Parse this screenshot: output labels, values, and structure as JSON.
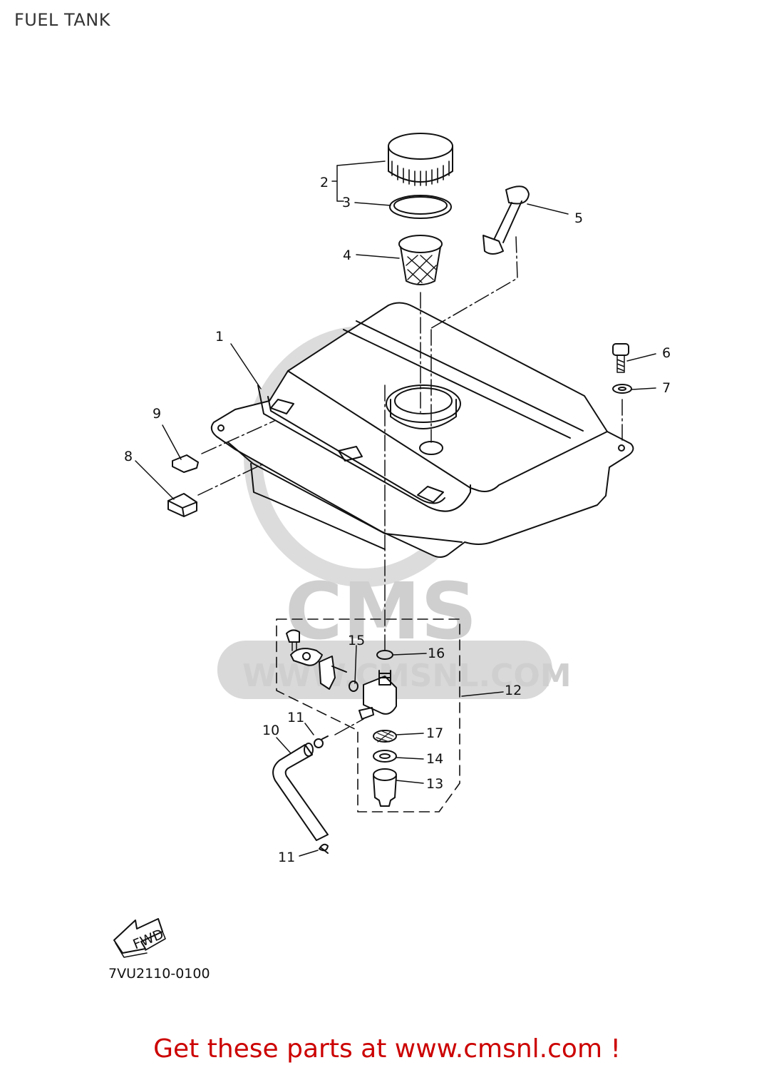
{
  "header": {
    "title": "FUEL TANK"
  },
  "footer": {
    "code": "7VU2110-0100",
    "banner": "Get these parts at www.cmsnl.com !"
  },
  "watermark": {
    "brand": "CMS",
    "url": "WWW.CMSNL.COM"
  },
  "fwd_label": "FWD",
  "callouts": {
    "c1": "1",
    "c2": "2",
    "c3": "3",
    "c4": "4",
    "c5": "5",
    "c6": "6",
    "c7": "7",
    "c8": "8",
    "c9": "9",
    "c10": "10",
    "c11a": "11",
    "c11b": "11",
    "c12": "12",
    "c13": "13",
    "c14": "14",
    "c15": "15",
    "c16": "16",
    "c17": "17"
  },
  "colors": {
    "line": "#111111",
    "watermark": "#cfcfcf",
    "banner": "#cc0000"
  }
}
